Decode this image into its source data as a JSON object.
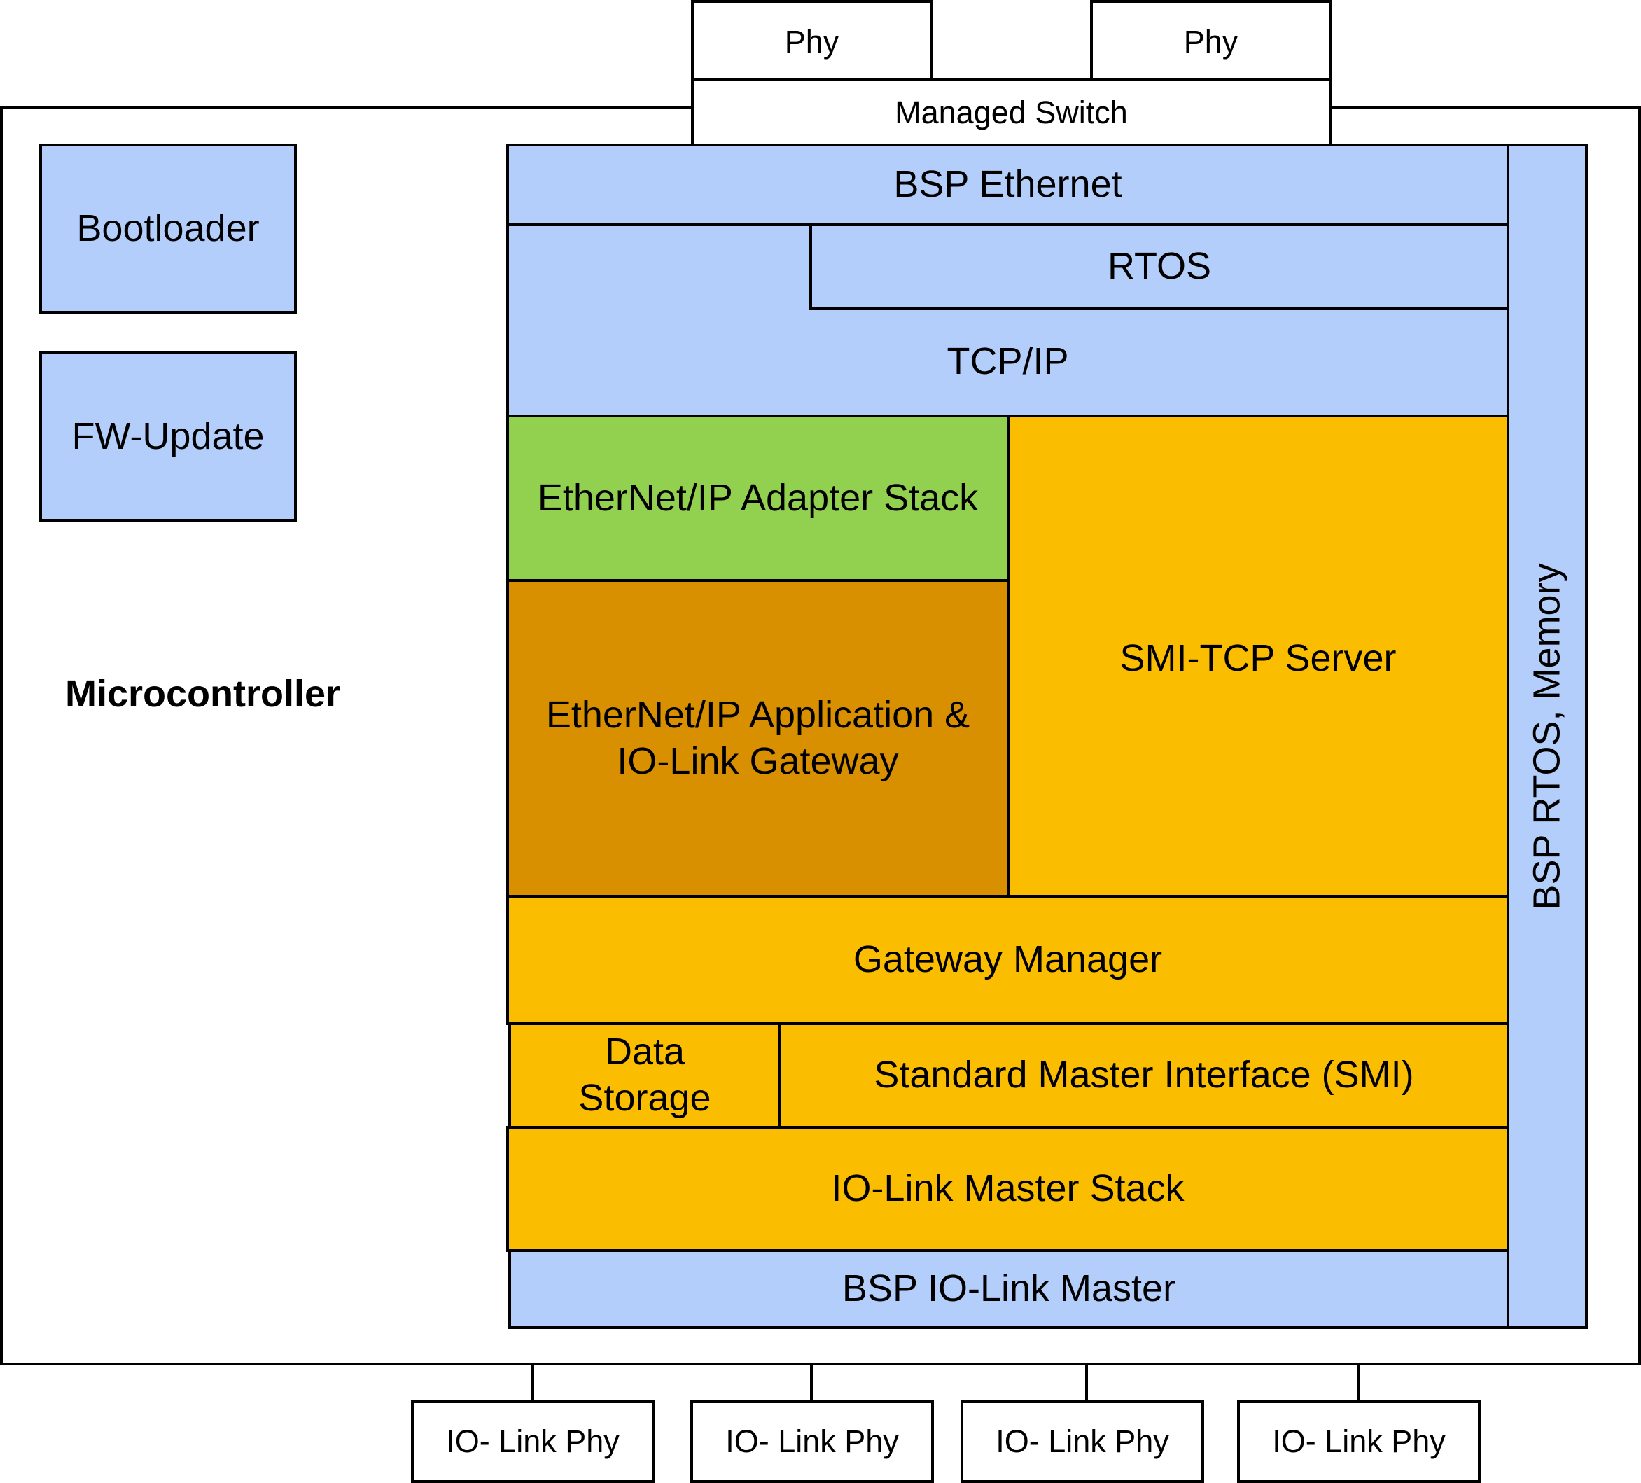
{
  "diagram": {
    "microcontroller_label": "Microcontroller",
    "phy_top": [
      "Phy",
      "Phy"
    ],
    "managed_switch": "Managed Switch",
    "bootloader": "Bootloader",
    "fw_update": "FW-Update",
    "bsp_ethernet": "BSP Ethernet",
    "rtos": "RTOS",
    "tcp_ip": "TCP/IP",
    "ethernetip_adapter_stack": "EtherNet/IP Adapter Stack",
    "ethernetip_application_line1": "EtherNet/IP Application &",
    "ethernetip_application_line2": "IO-Link Gateway",
    "smi_tcp_server": "SMI-TCP Server",
    "gateway_manager": "Gateway Manager",
    "data_storage_line1": "Data",
    "data_storage_line2": "Storage",
    "smi": "Standard Master Interface (SMI)",
    "io_link_master_stack": "IO-Link Master Stack",
    "bsp_io_link_master": "BSP IO-Link Master",
    "bsp_rtos_memory": "BSP RTOS, Memory",
    "io_link_phys": [
      "IO- Link Phy",
      "IO- Link Phy",
      "IO- Link Phy",
      "IO- Link Phy"
    ]
  },
  "colors": {
    "blue": "#b3cefb",
    "green": "#92d050",
    "dark_orange": "#d89000",
    "yellow": "#fbbd00"
  }
}
